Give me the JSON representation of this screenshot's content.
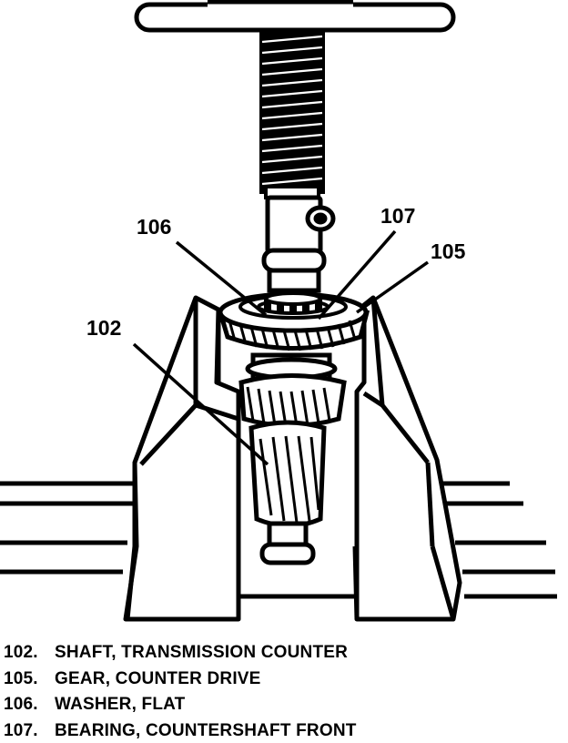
{
  "callouts": [
    {
      "id": "106",
      "label": "106"
    },
    {
      "id": "107",
      "label": "107"
    },
    {
      "id": "105",
      "label": "105"
    },
    {
      "id": "102",
      "label": "102"
    }
  ],
  "legend": [
    {
      "number": "102.",
      "text": "SHAFT, TRANSMISSION COUNTER"
    },
    {
      "number": "105.",
      "text": "GEAR, COUNTER DRIVE"
    },
    {
      "number": "106.",
      "text": "WASHER, FLAT"
    },
    {
      "number": "107.",
      "text": "BEARING, COUNTERSHAFT FRONT"
    }
  ]
}
